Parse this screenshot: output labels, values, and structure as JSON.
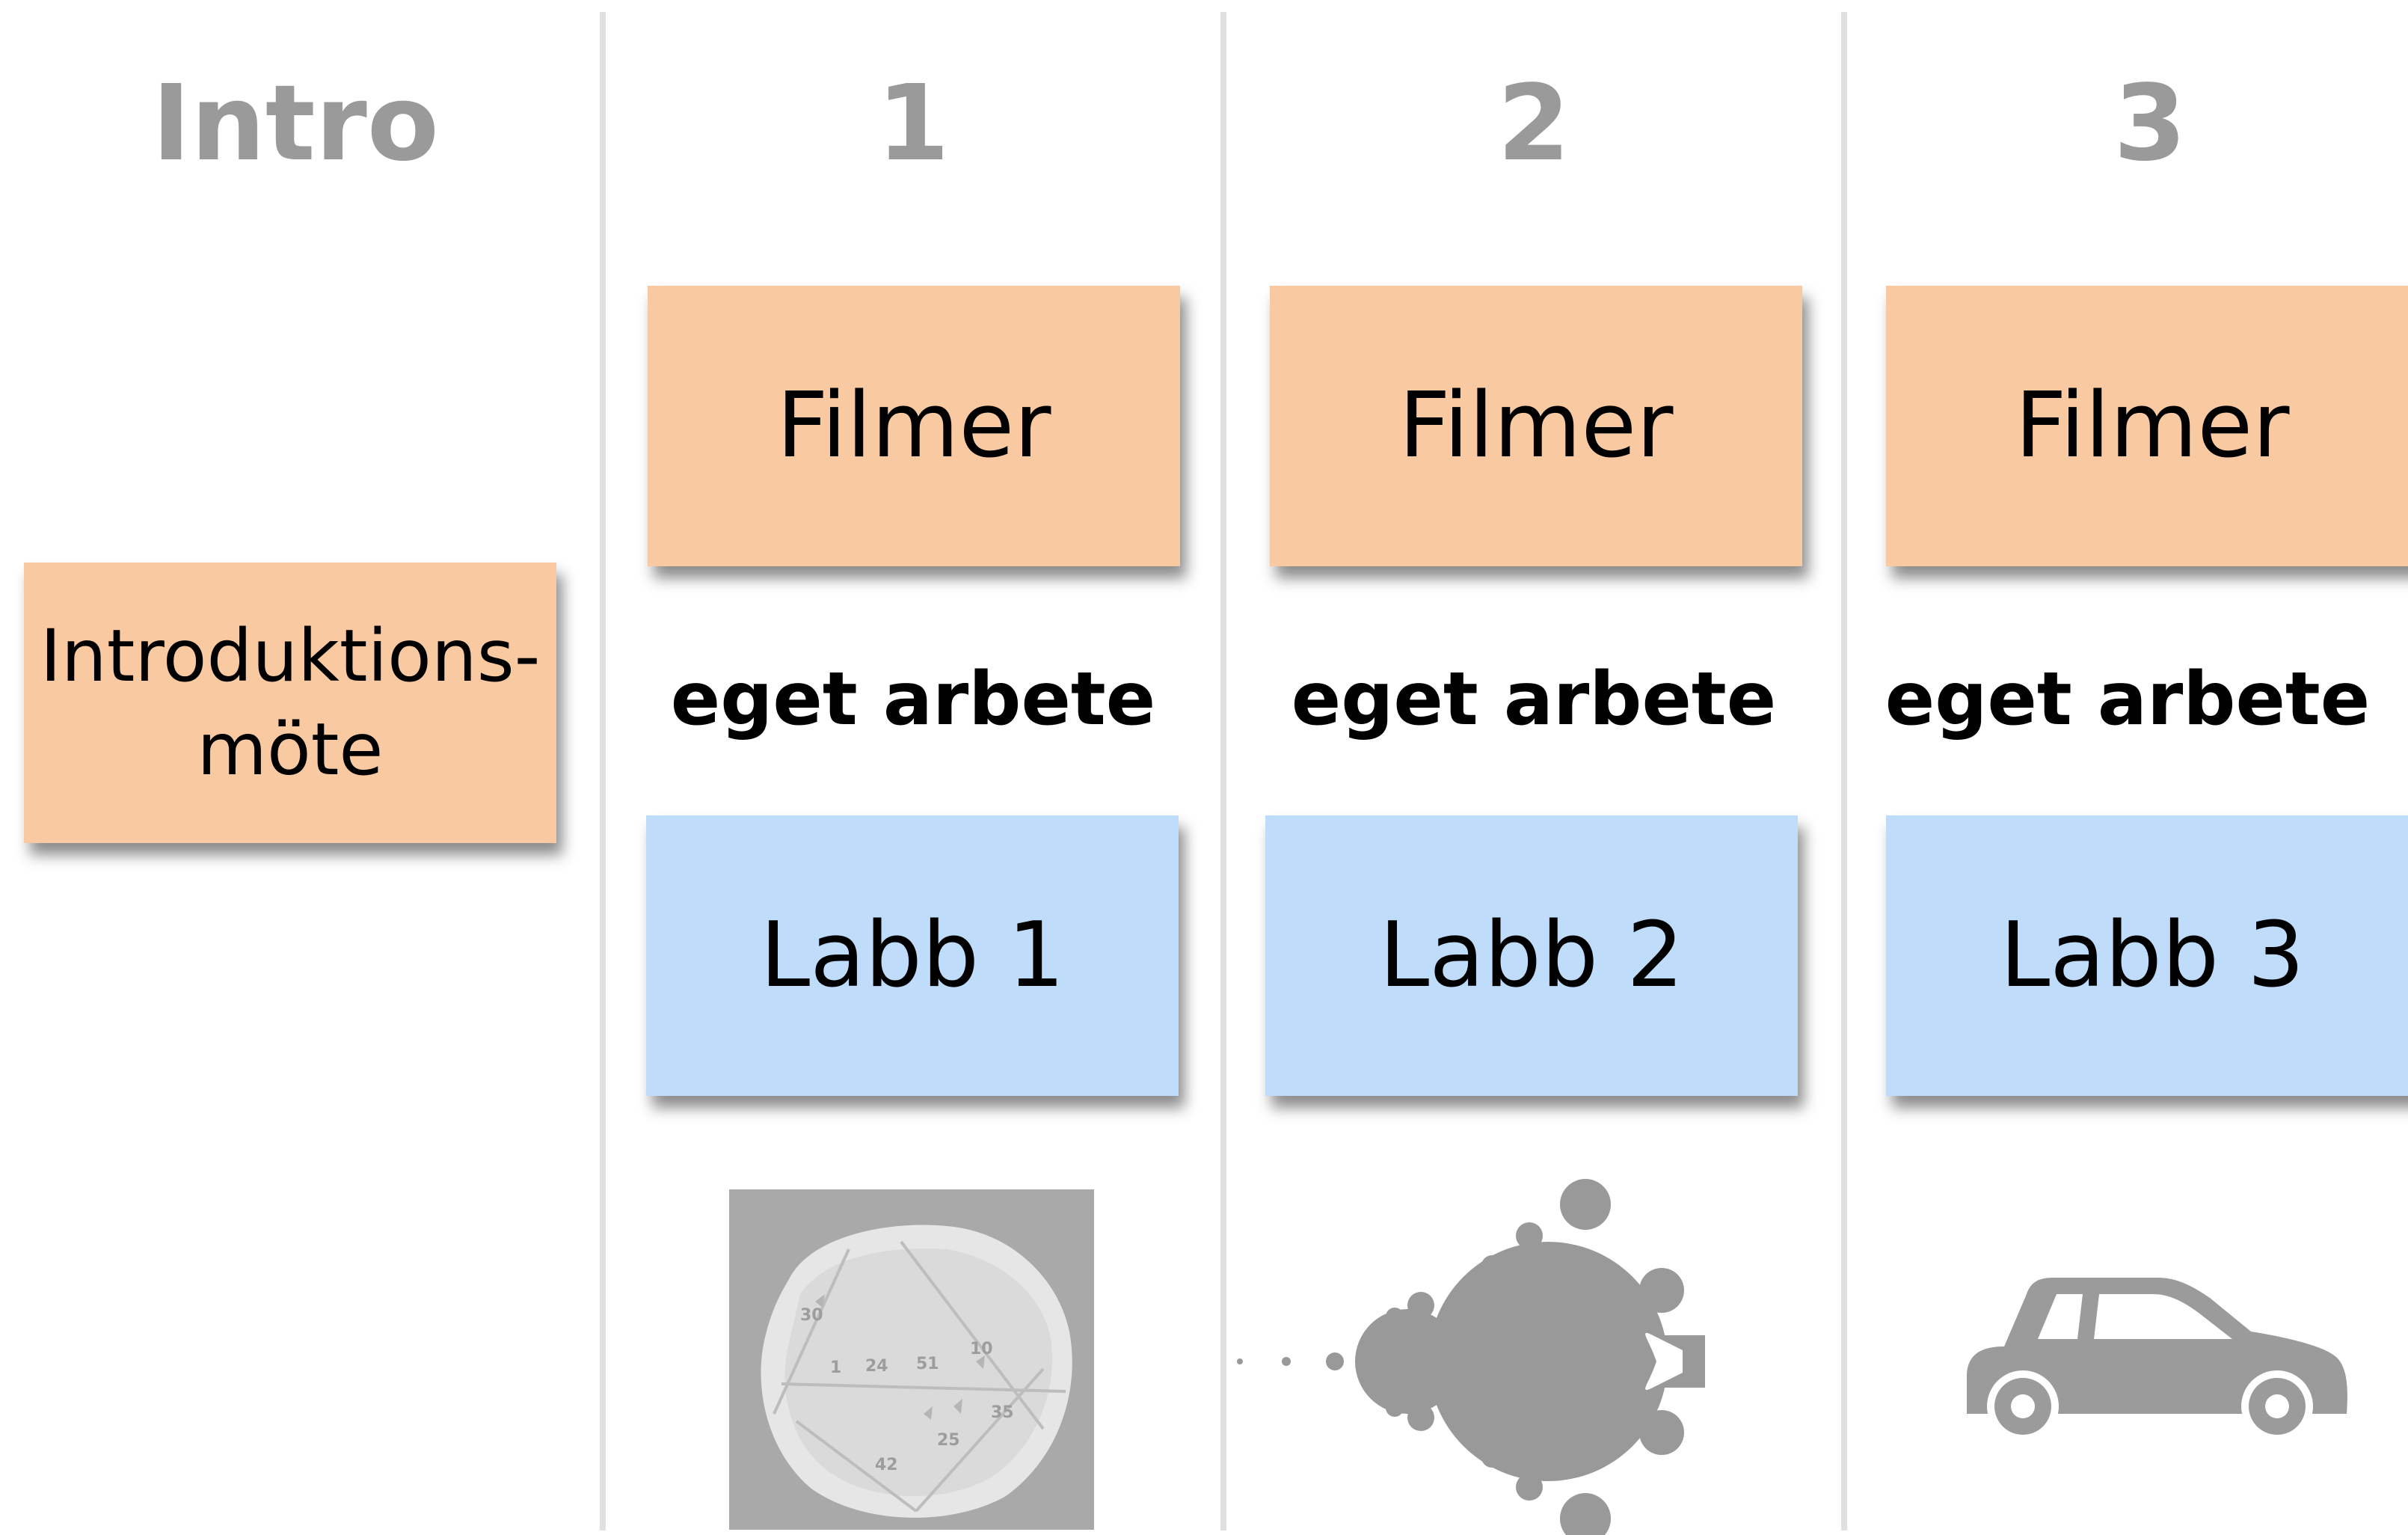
{
  "columns": [
    {
      "heading": "Intro",
      "box": "Introduktions-\nmöte"
    },
    {
      "heading": "1",
      "top_box": "Filmer",
      "work": "eget arbete",
      "bottom_box": "Labb 1"
    },
    {
      "heading": "2",
      "top_box": "Filmer",
      "work": "eget arbete",
      "bottom_box": "Labb 2"
    },
    {
      "heading": "3",
      "top_box": "Filmer",
      "work": "eget arbete",
      "bottom_box": "Labb 3"
    }
  ],
  "tablet_numbers": [
    "30",
    "1",
    "24",
    "51",
    "10",
    "35",
    "25",
    "42"
  ],
  "icons": {
    "column_1": "clay-tablet-image",
    "column_2": "mandelbrot-fractal-icon",
    "column_3": "car-icon"
  },
  "colors": {
    "heading": "#9a9a9a",
    "orange_box": "#f9caa2",
    "blue_box": "#bfdcfb",
    "divider": "#e0e0e0",
    "icon": "#999999"
  }
}
